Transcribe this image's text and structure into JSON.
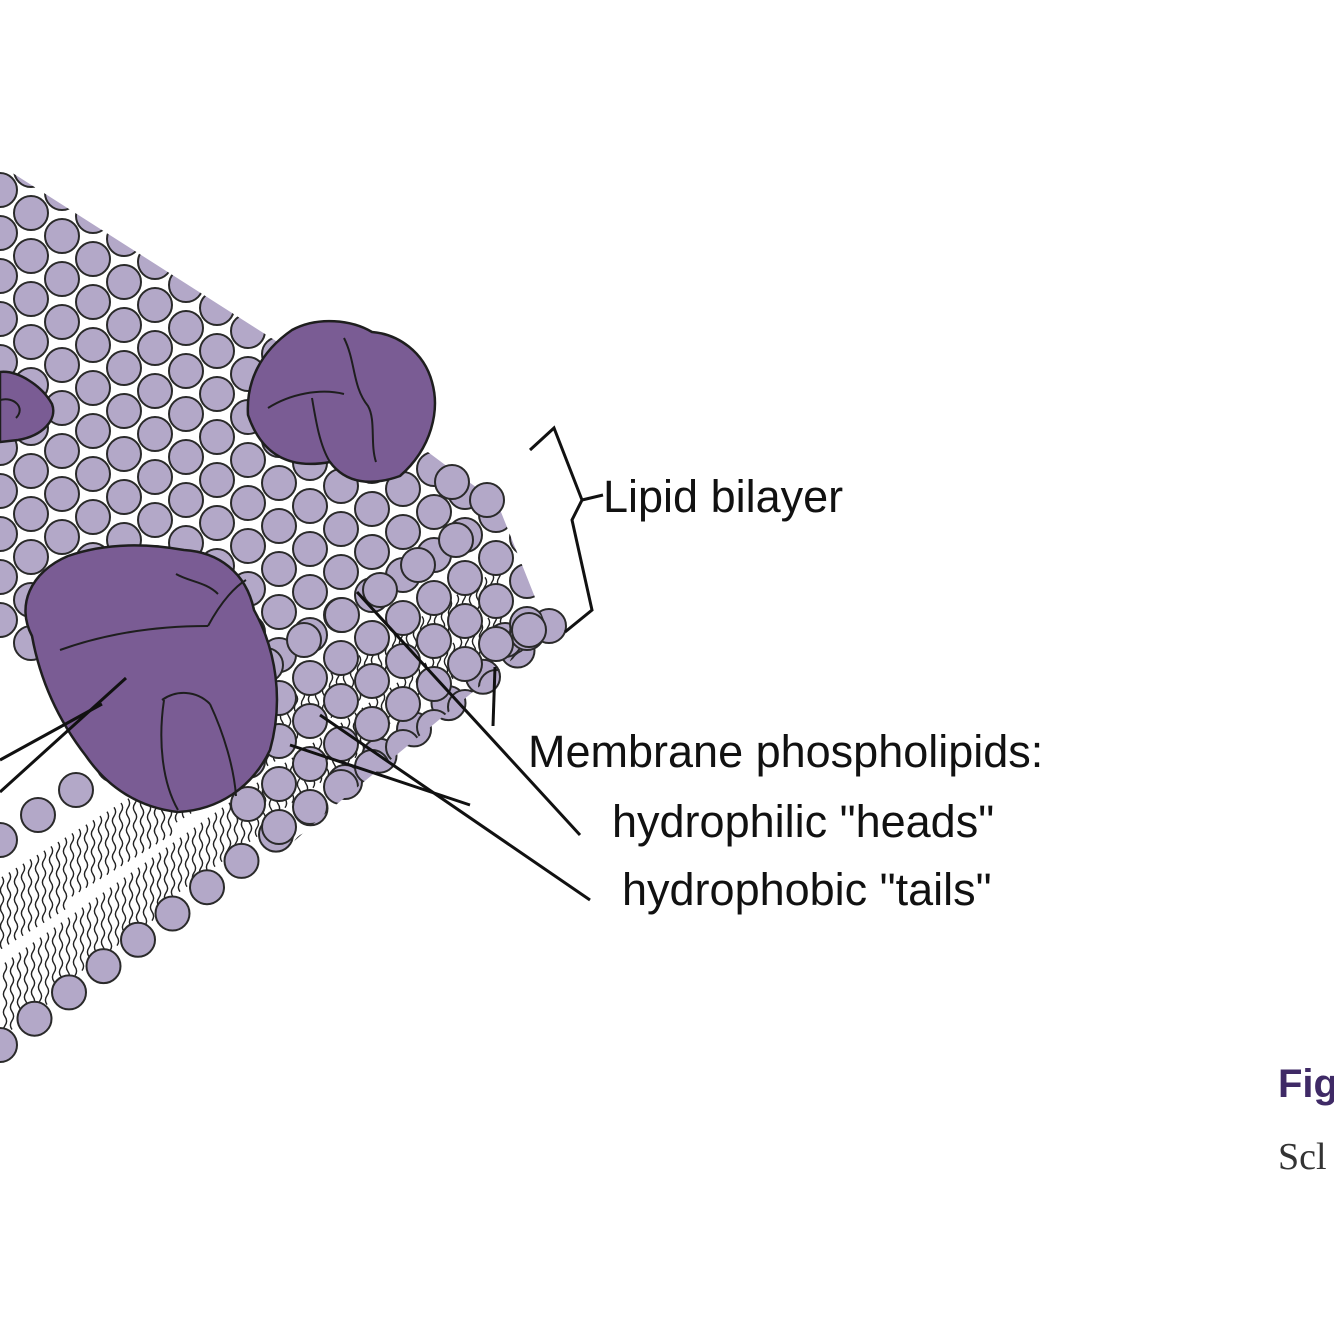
{
  "labels": {
    "lipid_bilayer": "Lipid bilayer",
    "membrane_phospholipids": "Membrane phospholipids:",
    "hydrophilic_heads": "hydrophilic \"heads\"",
    "hydrophobic_tails": "hydrophobic \"tails\""
  },
  "caption": {
    "figure": "Fig",
    "source": "Scl"
  },
  "colors": {
    "head_fill": "#b3a8c8",
    "head_stroke": "#2a2a2a",
    "protein_fill": "#7a5c94",
    "protein_stroke": "#1e1e1e",
    "leader_line": "#111111",
    "caption_accent": "#3f2a66"
  }
}
